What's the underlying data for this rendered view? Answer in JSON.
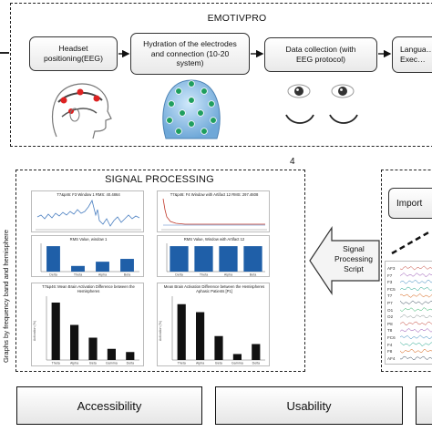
{
  "top": {
    "title": "EMOTIVPRO",
    "steps": [
      {
        "label": "Headset positioning(EEG)"
      },
      {
        "label": "Hydration of the electrodes and connection (10-20 system)"
      },
      {
        "label": "Data collection (with EEG protocol)"
      },
      {
        "label": "Langua… Exec…"
      }
    ]
  },
  "signal": {
    "title": "SIGNAL PROCESSING",
    "step_number": "4",
    "side_label": "Graphs by frequency band and hemisphere",
    "script_label": "Signal Processing Script",
    "panels": {
      "raw_left_title": "T7&p46: F3 Window 1 RMS: 40.4864",
      "raw_right_title": "T7&p46: F4 Window with Artifact 12 RMS: 297.4608",
      "rms_left_title": "RMS Value, window 1",
      "rms_right_title": "RMS Value, Window with Artifact 12",
      "act_left_title": "T7&p46: Mean Brain Activation Difference between the Hemispheres",
      "act_right_title": "Mean Brain Activation Difference between the Hemispheres Aphasic Patients [P1]",
      "ylabel": "Activation (%)"
    }
  },
  "right_panel": {
    "button_label": "Import",
    "channels": [
      "AF3",
      "F7",
      "F3",
      "FC5",
      "T7",
      "P7",
      "O1",
      "O2",
      "P8",
      "T8",
      "FC6",
      "F4",
      "F8",
      "AF4"
    ]
  },
  "bottom": {
    "labels": [
      "Accessibility",
      "Usability"
    ]
  },
  "colors": {
    "bar": "#1f5fa8",
    "line": "#4a7fc1",
    "electrode": "#25a36a",
    "head": "#8fc3ea"
  },
  "chart_data": [
    {
      "type": "bar",
      "title": "RMS Value, window 1",
      "categories": [
        "Delta",
        "Theta",
        "Alpha",
        "Beta"
      ],
      "values": [
        0.9,
        0.2,
        0.35,
        0.45
      ],
      "ylim": [
        0,
        1
      ]
    },
    {
      "type": "bar",
      "title": "RMS Value, Window with Artifact 12",
      "categories": [
        "Delta",
        "Theta",
        "Alpha",
        "Beta"
      ],
      "values": [
        0.9,
        0.9,
        0.9,
        0.9
      ],
      "ylim": [
        0,
        1
      ]
    },
    {
      "type": "bar",
      "title": "T7&p46: Mean Brain Activation Difference between the Hemispheres",
      "categories": [
        "Theta",
        "Alpha",
        "Beta",
        "Gamma",
        "Delta"
      ],
      "values": [
        18,
        11,
        7,
        3.5,
        2.5
      ],
      "ylim": [
        0,
        20
      ],
      "ylabel": "Activation (%)"
    },
    {
      "type": "bar",
      "title": "Mean Brain Activation Difference between the Hemispheres Aphasic Patients [P1]",
      "categories": [
        "Theta",
        "Alpha",
        "Beta",
        "Gamma",
        "Delta"
      ],
      "values": [
        14,
        12,
        6,
        1.5,
        4
      ],
      "ylim": [
        0,
        16
      ],
      "ylabel": "Activation (%)"
    }
  ]
}
